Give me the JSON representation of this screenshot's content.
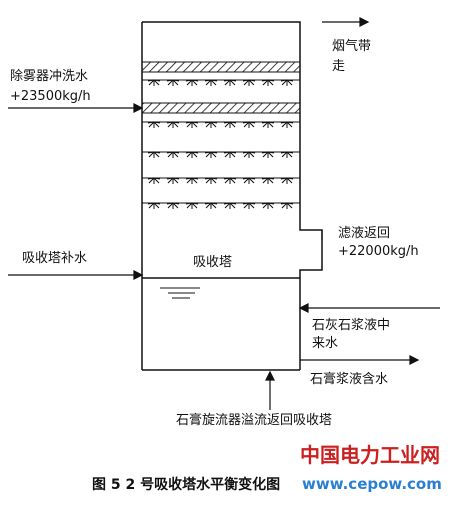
{
  "labels": {
    "flue_gas_out": [
      "烟气带",
      "走"
    ],
    "demister_wash_water": [
      "除雾器冲洗水",
      "+23500kg/h"
    ],
    "filtrate_return": [
      "滤液返回",
      "+22000kg/h"
    ],
    "makeup_water": "吸收塔补水",
    "tower": "吸收塔",
    "limestone_slurry_in": [
      "石灰石浆液中",
      "来水"
    ],
    "gypsum_slurry_water": "石膏浆液含水",
    "cyclone_overflow_return": "石膏旋流器溢流返回吸收塔"
  },
  "caption": "图 5 2 号吸收塔水平衡变化图",
  "watermark": {
    "line1": "中国电力工业网",
    "line2": "www.cepow.com"
  },
  "colors": {
    "line": "#111111",
    "watermark_red": "#cc1f1f",
    "watermark_blue": "#2a7fd0"
  }
}
